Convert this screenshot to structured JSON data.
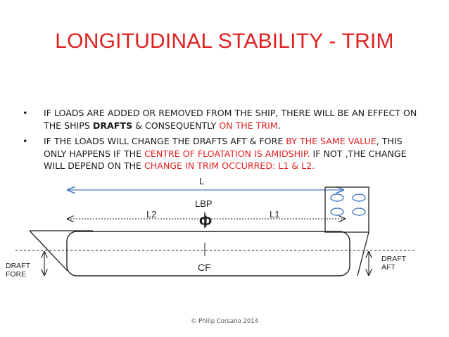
{
  "title": "LONGITUDINAL  STABILITY - TRIM",
  "bullets": [
    {
      "parts": [
        {
          "text": "IF LOADS ARE ADDED OR REMOVED FROM THE SHIP, THERE WILL BE AN EFFECT ON THE SHIPS ",
          "style": ""
        },
        {
          "text": "DRAFTS",
          "style": "bold"
        },
        {
          "text": " & CONSEQUENTLY ",
          "style": ""
        },
        {
          "text": "ON THE TRIM",
          "style": "red"
        },
        {
          "text": ".",
          "style": ""
        }
      ]
    },
    {
      "parts": [
        {
          "text": "IF THE LOADS WILL CHANGE THE DRAFTS AFT & FORE ",
          "style": ""
        },
        {
          "text": "BY THE SAME VALUE",
          "style": "red"
        },
        {
          "text": ", THIS ONLY HAPPENS IF THE ",
          "style": ""
        },
        {
          "text": "CENTRE OF FLOATATION IS AMIDSHIP.",
          "style": "red"
        },
        {
          "text": "  IF NOT ,THE CHANGE WILL DEPEND ON THE ",
          "style": ""
        },
        {
          "text": "CHANGE IN TRIM OCCURRED: L1 & L2.",
          "style": "red"
        }
      ]
    }
  ],
  "bullet_symbol": "•",
  "diagram": {
    "label_L": "L",
    "label_LBP": "LBP",
    "label_L1": "L1",
    "label_L2": "L2",
    "label_CF": "CF",
    "cf_symbol": "Φ",
    "draft_fore": "DRAFT\nFORE",
    "draft_aft": "DRAFT\nAFT"
  },
  "footer": "© Philip Corsano 2014",
  "colors": {
    "accent_red": "#e02020",
    "arrow_blue": "#4a7dc0",
    "line": "#222222"
  }
}
